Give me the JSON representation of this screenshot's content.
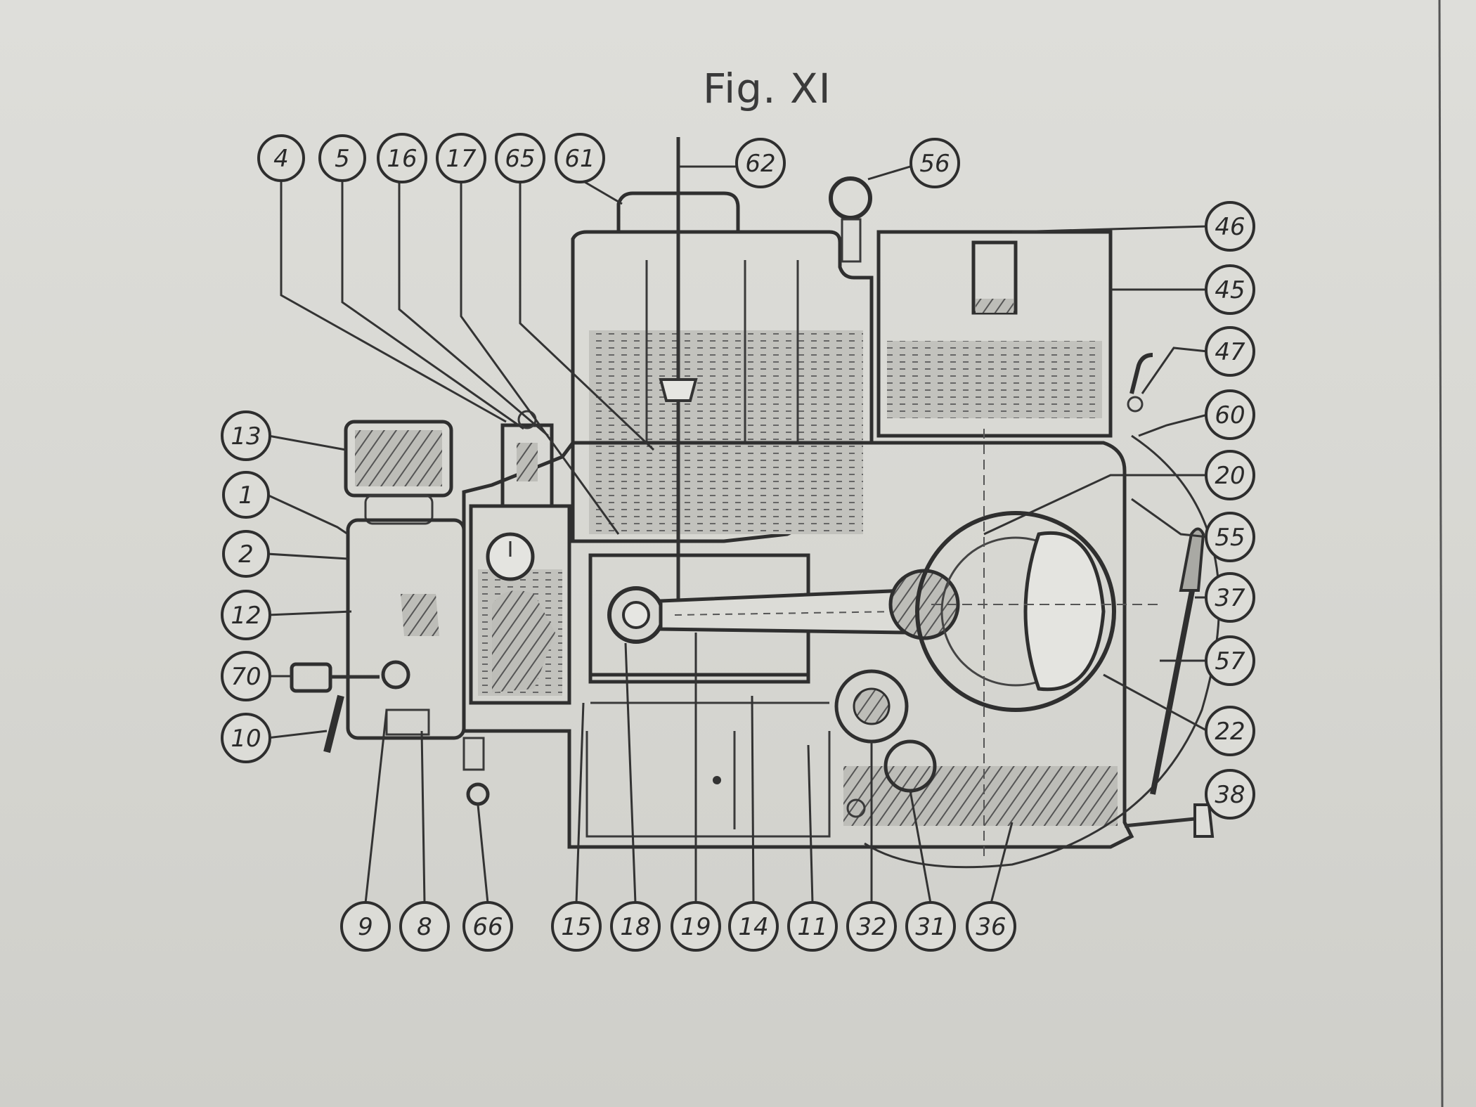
{
  "figure": {
    "title": "Fig. XI"
  },
  "callouts": {
    "top": [
      "4",
      "5",
      "16",
      "17",
      "65",
      "61",
      "62",
      "56"
    ],
    "left": [
      "13",
      "1",
      "2",
      "12",
      "70",
      "10"
    ],
    "right": [
      "46",
      "45",
      "47",
      "60",
      "20",
      "55",
      "37",
      "57",
      "22",
      "38"
    ],
    "bottom": [
      "9",
      "8",
      "66",
      "15",
      "18",
      "19",
      "14",
      "11",
      "32",
      "31",
      "36"
    ]
  }
}
